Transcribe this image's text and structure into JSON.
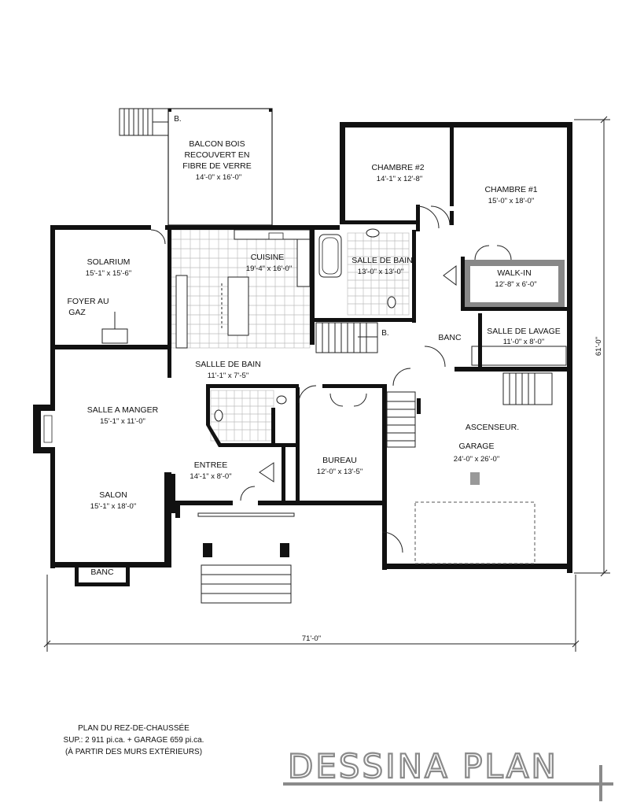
{
  "rooms": {
    "balcon": {
      "name_1": "BALCON BOIS",
      "name_2": "RECOUVERT EN",
      "name_3": "FIBRE DE VERRE",
      "size": "14'-0\" x 16'-0\""
    },
    "chambre2": {
      "name": "CHAMBRE #2",
      "size": "14'-1\" x 12'-8\""
    },
    "chambre1": {
      "name": "CHAMBRE #1",
      "size": "15'-0\" x 18'-0\""
    },
    "solarium": {
      "name": "SOLARIUM",
      "size": "15'-1\" x 15'-6\""
    },
    "cuisine": {
      "name": "CUISINE",
      "size": "19'-4\" x 16'-0\""
    },
    "sdb_main": {
      "name": "SALLE DE BAIN",
      "size": "13'-0\" x 13'-0\""
    },
    "walkin": {
      "name": "WALK-IN",
      "size": "12'-8\" x 6'-0\""
    },
    "foyer": {
      "name_1": "FOYER AU",
      "name_2": "GAZ"
    },
    "lavage": {
      "name": "SALLE DE LAVAGE",
      "size": "11'-0\" x 8'-0\""
    },
    "sdb_small": {
      "name": "SALLLE DE BAIN",
      "size": "11'-1\" x 7'-5\""
    },
    "salle_manger": {
      "name": "SALLE A MANGER",
      "size": "15'-1\" x 11'-0\""
    },
    "entree": {
      "name": "ENTREE",
      "size": "14'-1\" x 8'-0\""
    },
    "bureau": {
      "name": "BUREAU",
      "size": "12'-0\" x 13'-5\""
    },
    "garage": {
      "name": "GARAGE",
      "size": "24'-0\" x 26'-0\""
    },
    "salon": {
      "name": "SALON",
      "size": "15'-1\" x 18'-0\""
    }
  },
  "labels": {
    "banc_top": "BANC",
    "banc_bottom": "BANC",
    "ascenseur": "ASCENSEUR.",
    "stair_b": "B.",
    "stair_b2": "B."
  },
  "dimensions": {
    "width": "71'-0\"",
    "height": "61'-0\""
  },
  "footer": {
    "line1": "PLAN DU REZ-DE-CHAUSSÉE",
    "line2": "SUP.: 2 911 pi.ca. + GARAGE 659 pi.ca.",
    "line3": "(À PARTIR DES MURS EXTÉRIEURS)"
  },
  "logo": {
    "text": "DESSINA PLAN"
  },
  "colors": {
    "wall": "#111111",
    "grid": "#bdbdbd",
    "logo_stroke": "#8a8a8a"
  }
}
